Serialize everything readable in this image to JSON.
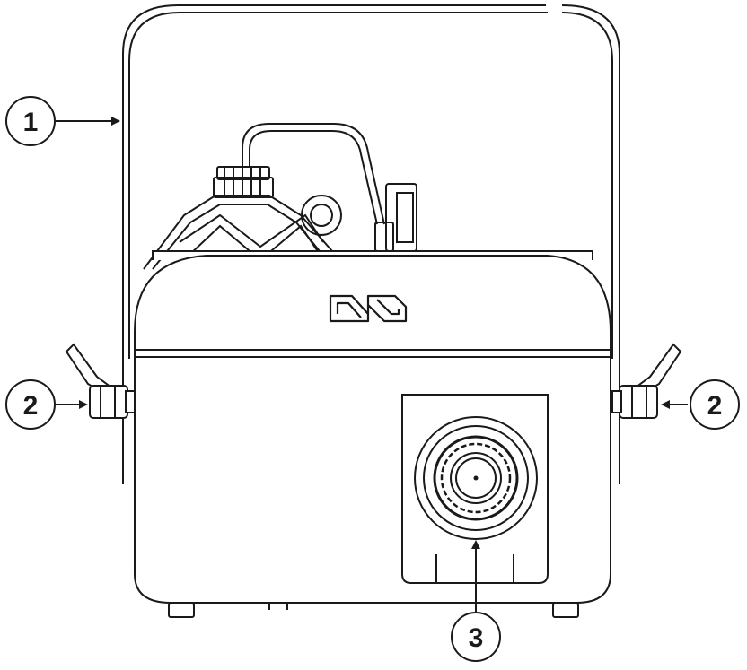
{
  "callouts": [
    {
      "id": "callout-1",
      "label": "1"
    },
    {
      "id": "callout-2-left",
      "label": "2"
    },
    {
      "id": "callout-2-right",
      "label": "2"
    },
    {
      "id": "callout-3",
      "label": "3"
    }
  ],
  "logo": {
    "icon": "brand-logo-icon"
  },
  "colors": {
    "line": "#1a1a1a",
    "background": "#ffffff"
  }
}
